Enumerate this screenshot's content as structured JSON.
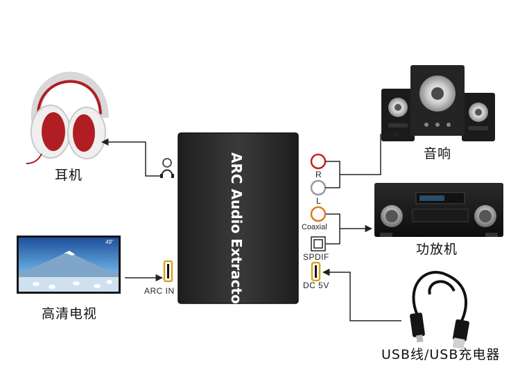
{
  "device": {
    "name": "ARC Audio Extractor"
  },
  "devices": {
    "headphones": {
      "label": "耳机"
    },
    "tv": {
      "label": "高清电视",
      "screen_badge": "49\""
    },
    "speakers": {
      "label": "音响"
    },
    "amplifier": {
      "label": "功放机"
    },
    "usb": {
      "label": "USB线/USB充电器"
    }
  },
  "ports": {
    "arc_in": "ARC IN",
    "r": "R",
    "l": "L",
    "coaxial": "Coaxial",
    "spdif": "SPDIF",
    "dc": "DC 5V"
  },
  "icons": {
    "headphone_port": "person-headphones-icon",
    "arc_port": "hdmi-port-icon",
    "dc_port": "usb-port-icon",
    "coaxial_port": "coaxial-jack-icon",
    "spdif_port": "optical-port-icon"
  },
  "colors": {
    "device_body": "#2b2b2b",
    "jack_r": "#c8201e",
    "jack_l": "#9a9a9a",
    "jack_coaxial": "#e07a1a",
    "port_gold": "#d9a227",
    "line": "#222222"
  }
}
